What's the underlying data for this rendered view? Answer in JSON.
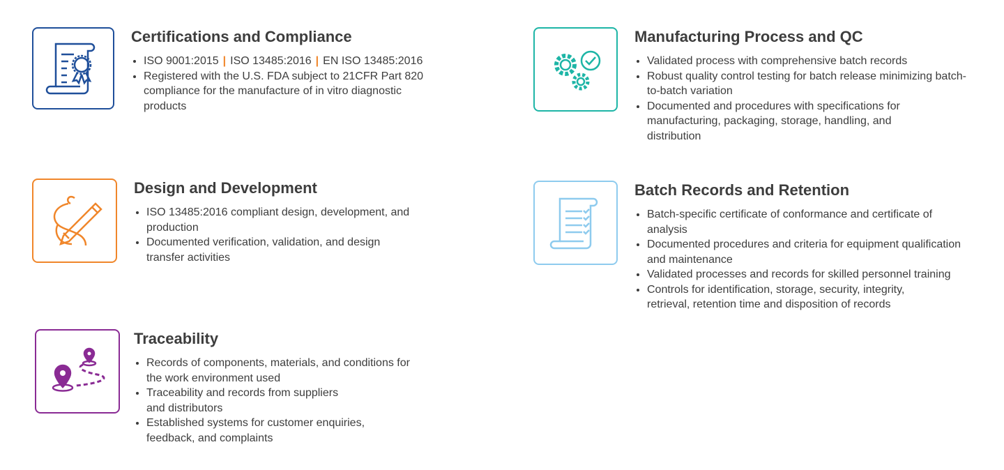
{
  "colors": {
    "navy": "#1f4f9a",
    "teal": "#1db5a6",
    "orange": "#f0862a",
    "lightblue": "#8ecbee",
    "purple": "#8a2b94"
  },
  "sections": [
    {
      "title": "Certifications and Compliance",
      "icon": "certificate-scroll-icon",
      "iso": [
        "ISO 9001:2015",
        "ISO 13485:2016",
        "EN ISO 13485:2016"
      ],
      "separator": "|",
      "items": [
        "Registered with the U.S. FDA subject to 21CFR Part 820 compliance for the manufacture of in vitro diagnostic products"
      ]
    },
    {
      "title": "Manufacturing Process and QC",
      "icon": "gears-check-icon",
      "items": [
        "Validated process with comprehensive batch records",
        "Robust quality control testing for batch release minimizing batch-to-batch variation",
        "Documented and procedures with specifications for manufacturing, packaging, storage, handling, and distribution"
      ]
    },
    {
      "title": "Design and Development",
      "icon": "pencil-design-icon",
      "items": [
        "ISO 13485:2016 compliant design, development, and production",
        "Documented verification, validation, and design transfer activities"
      ]
    },
    {
      "title": "Batch Records and Retention",
      "icon": "checklist-scroll-icon",
      "items": [
        "Batch-specific certificate of conformance and certificate of analysis",
        "Documented procedures and criteria for equipment qualification and maintenance",
        "Validated processes and records for skilled personnel training",
        "Controls for identification, storage, security, integrity, retrieval, retention time and disposition of records"
      ]
    },
    {
      "title": "Traceability",
      "icon": "map-route-icon",
      "items": [
        "Records of components, materials, and conditions for the work environment used",
        "Traceability and records from suppliers and distributors",
        "Established systems for customer enquiries, feedback, and complaints"
      ]
    }
  ]
}
